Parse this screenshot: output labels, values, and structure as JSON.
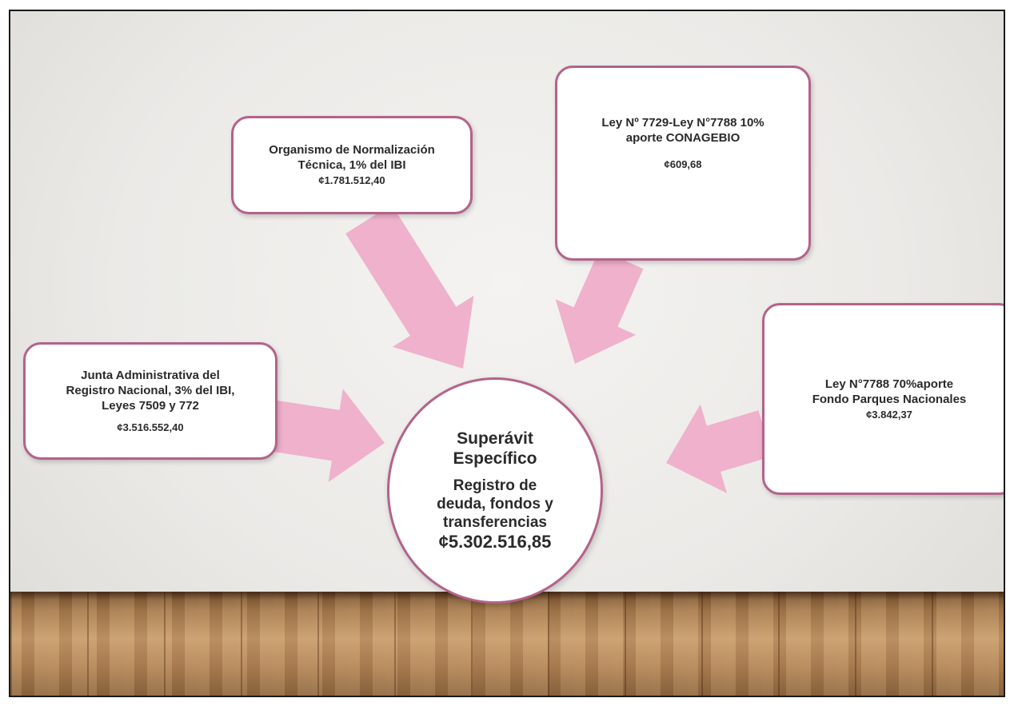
{
  "diagram": {
    "center": {
      "title_lines": [
        "Superávit",
        "Específico"
      ],
      "subtitle_lines": [
        "Registro de",
        "deuda, fondos y",
        "transferencias"
      ],
      "amount": "¢5.302.516,85"
    },
    "sources": [
      {
        "id": "normalizacion",
        "lines": [
          "Organismo de Normalización",
          "Técnica, 1% del IBI"
        ],
        "amount": "¢1.781.512,40"
      },
      {
        "id": "conagebio",
        "lines": [
          "Ley Nº 7729-Ley N°7788 10%",
          "aporte CONAGEBIO"
        ],
        "amount": "¢609,68"
      },
      {
        "id": "junta",
        "lines": [
          "Junta Administrativa del",
          "Registro Nacional, 3% del IBI,",
          "Leyes 7509 y 772"
        ],
        "amount": "¢3.516.552,40"
      },
      {
        "id": "parques",
        "lines": [
          "Ley N°7788 70%aporte",
          "Fondo Parques Nacionales"
        ],
        "amount": "¢3.842,37"
      }
    ]
  },
  "colors": {
    "arrow": "#efb1cb",
    "border": "#b4628a",
    "text": "#2a2a2a"
  }
}
